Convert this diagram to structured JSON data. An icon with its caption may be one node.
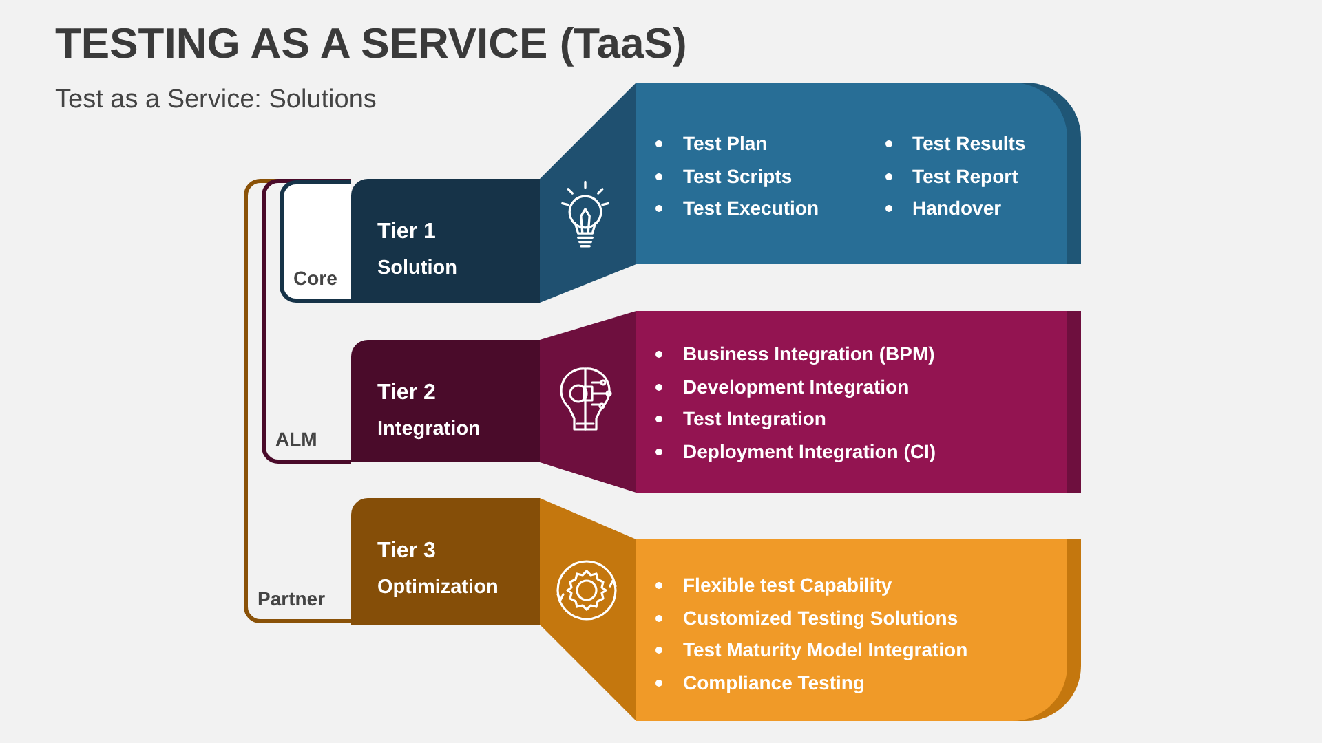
{
  "diagram": {
    "title": "TESTING AS A SERVICE (TaaS)",
    "caption": "Test as a Service: Solutions",
    "nodes": [
      {
        "text": [
          "Partner"
        ]
      },
      {
        "text": [
          "ALM"
        ],
        "in": 0
      },
      {
        "text": [
          "Core"
        ],
        "in": 1
      },
      {
        "text": [
          "Tier 1",
          "Solution"
        ]
      },
      {
        "text": [
          "Test Plan",
          "Test Scripts",
          "Test Execution",
          "Test Results",
          "Test Report",
          "Handover"
        ]
      },
      {
        "text": [
          "Tier 2",
          "Integration"
        ]
      },
      {
        "text": [
          "Business Integration (BPM)",
          "Development Integration",
          "Test Integration",
          "Deployment Integration (CI)"
        ]
      },
      {
        "text": [
          "Tier 3",
          "Optimization"
        ]
      },
      {
        "text": [
          "Flexible test Capability",
          "Customized Testing Solutions",
          "Test Maturity Model Integration",
          "Compliance Testing"
        ]
      }
    ]
  }
}
